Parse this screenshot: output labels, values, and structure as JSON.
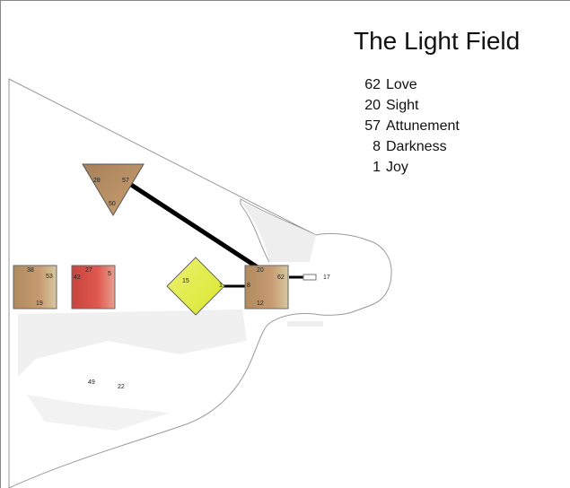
{
  "title": "The Light Field",
  "legend": [
    {
      "number": "62",
      "label": "Love"
    },
    {
      "number": "20",
      "label": "Sight"
    },
    {
      "number": "57",
      "label": "Attunement"
    },
    {
      "number": "8",
      "label": "Darkness"
    },
    {
      "number": "1",
      "label": "Joy"
    }
  ],
  "nodes": {
    "triangle": {
      "a": "28",
      "b": "57",
      "c": "50"
    },
    "box_left": {
      "a": "38",
      "b": "53",
      "c": "19"
    },
    "box_red": {
      "a": "27",
      "b": "42",
      "c": "5"
    },
    "diamond": {
      "a": "15",
      "b": "1"
    },
    "box_right": {
      "a": "20",
      "b": "62",
      "c": "8",
      "d": "12"
    },
    "lone_17": "17",
    "lone_49": "49",
    "lone_22": "22"
  },
  "colors": {
    "box_tan": "#c9966a",
    "box_red": "#d8504a",
    "diamond": "#e6ee40",
    "connector": "#000000",
    "outline": "#888888"
  }
}
